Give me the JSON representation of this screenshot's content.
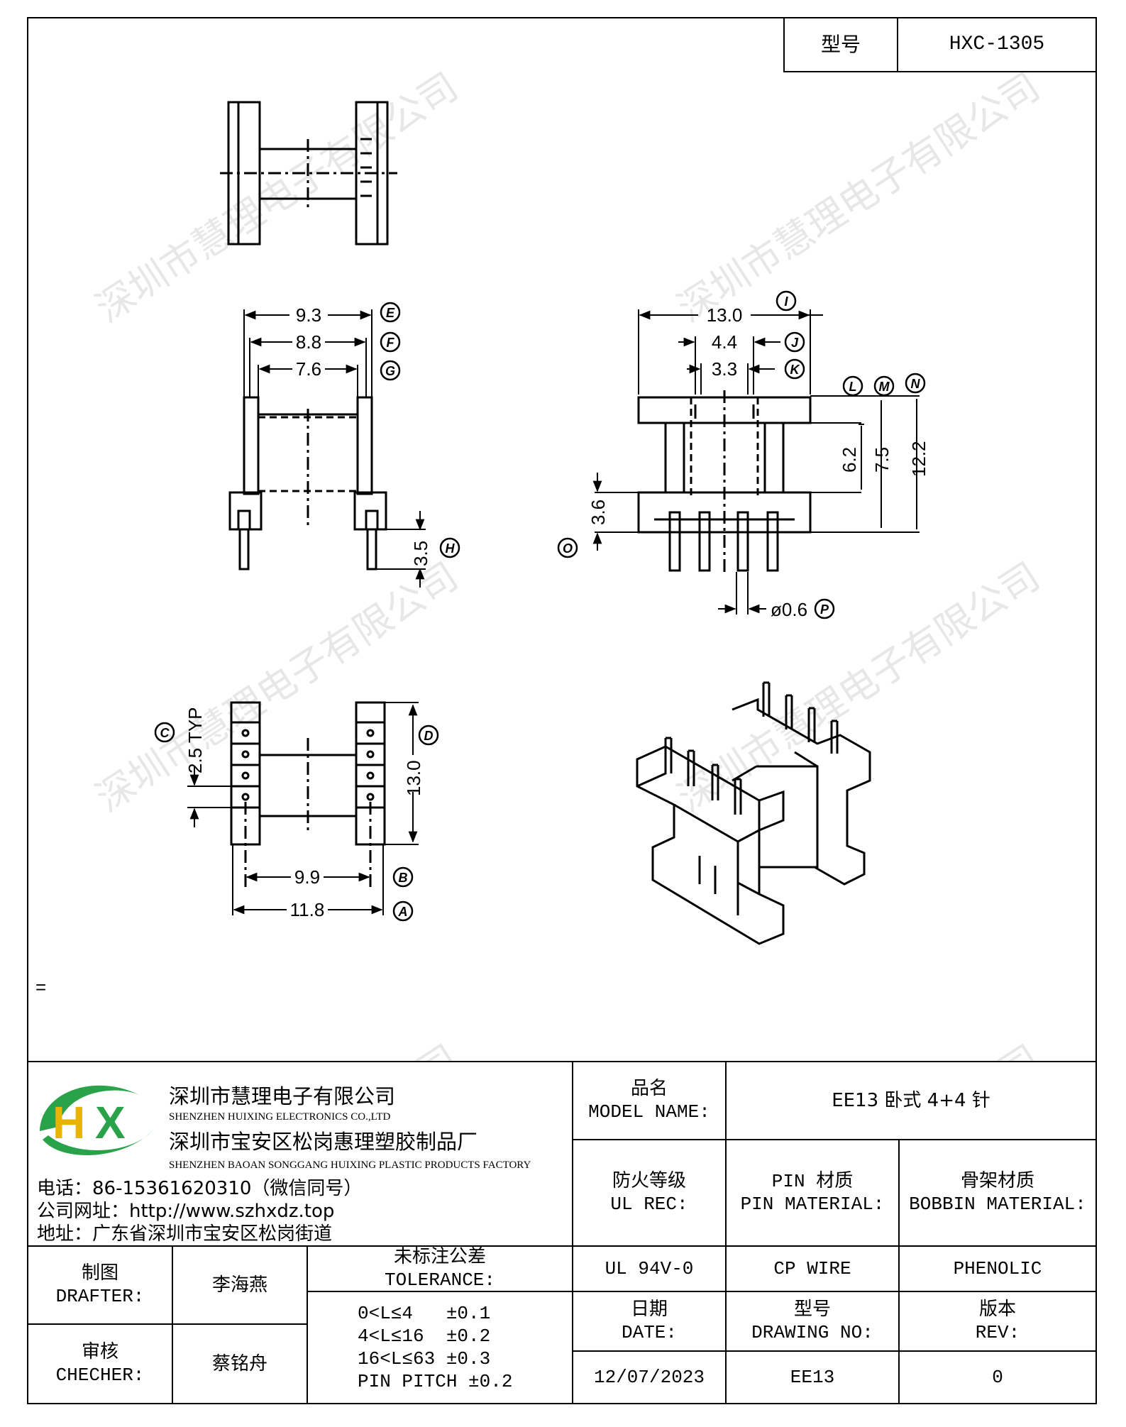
{
  "header": {
    "model_label": "型号",
    "model_value": "HXC-1305"
  },
  "watermark": "深圳市慧理电子有限公司",
  "drawing": {
    "side_view_dims": {
      "e": "9.3",
      "f": "8.8",
      "g": "7.6",
      "h": "3.5"
    },
    "front_view_dims": {
      "i": "13.0",
      "j": "4.4",
      "k": "3.3",
      "l_val": "6.2",
      "m_val": "7.5",
      "n_val": "12.2",
      "o": "3.6",
      "p": "ø0.6"
    },
    "bottom_view_dims": {
      "c": "2.5 TYP",
      "d": "13.0",
      "b": "9.9",
      "a": "11.8"
    },
    "callouts": {
      "A": "A",
      "B": "B",
      "C": "C",
      "D": "D",
      "E": "E",
      "F": "F",
      "G": "G",
      "H": "H",
      "I": "I",
      "J": "J",
      "K": "K",
      "L": "L",
      "M": "M",
      "N": "N",
      "O": "O",
      "P": "P"
    },
    "note": "="
  },
  "company": {
    "name_cn": "深圳市慧理电子有限公司",
    "name_en": "SHENZHEN HUIXING ELECTRONICS CO.,LTD",
    "factory_cn": "深圳市宝安区松岗惠理塑胶制品厂",
    "factory_en": "SHENZHEN BAOAN SONGGANG HUIXING PLASTIC PRODUCTS FACTORY",
    "phone": "电话：86-15361620310（微信同号）",
    "website": "公司网址：http://www.szhxdz.top",
    "address": "地址：广东省深圳市宝安区松岗街道",
    "logo_text": "HX"
  },
  "title_block": {
    "model_name_cn": "品名",
    "model_name_en": "MODEL NAME:",
    "model_name_value": "EE13 卧式 4+4 针",
    "ul_cn": "防火等级",
    "ul_en": "UL REC:",
    "pin_mat_cn": "PIN 材质",
    "pin_mat_en": "PIN MATERIAL:",
    "bobbin_mat_cn": "骨架材质",
    "bobbin_mat_en": "BOBBIN MATERIAL:",
    "ul_value": "UL 94V-0",
    "pin_value": "CP WIRE",
    "bobbin_value": "PHENOLIC",
    "drafter_cn": "制图",
    "drafter_en": "DRAFTER:",
    "drafter_name": "李海燕",
    "checker_cn": "审核",
    "checker_en": "CHECHER:",
    "checker_name": "蔡铭舟",
    "tolerance_cn": "未标注公差",
    "tolerance_en": "TOLERANCE:",
    "tolerance_lines": [
      "0<L≤4   ±0.1",
      "4<L≤16  ±0.2",
      "16<L≤63 ±0.3",
      "PIN PITCH ±0.2"
    ],
    "date_cn": "日期",
    "date_en": "DATE:",
    "date_value": "12/07/2023",
    "drawing_no_cn": "型号",
    "drawing_no_en": "DRAWING NO:",
    "drawing_no_value": "EE13",
    "rev_cn": "版本",
    "rev_en": "REV:",
    "rev_value": "0"
  }
}
